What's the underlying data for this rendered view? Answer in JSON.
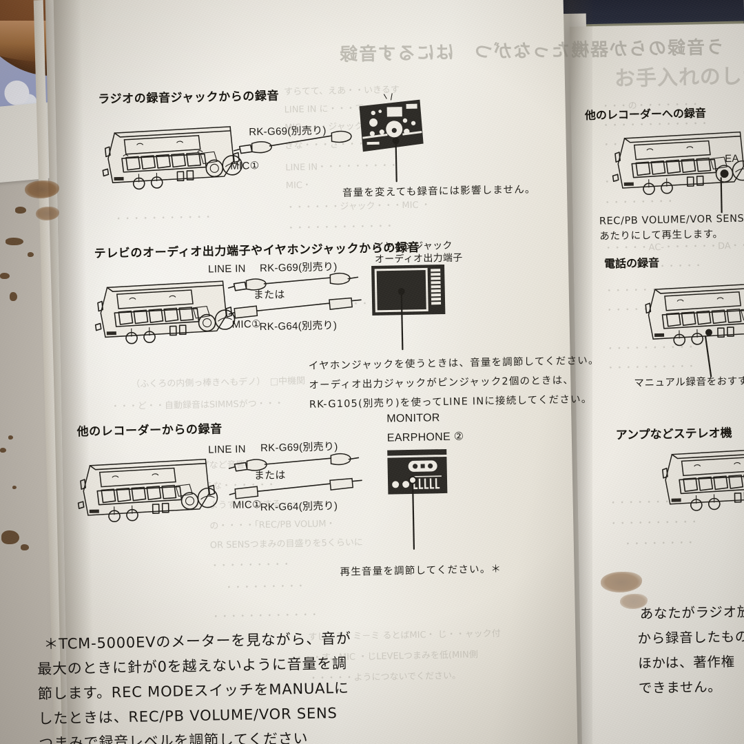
{
  "photo": {
    "subject": "open-japanese-instruction-manual",
    "device_model": "TCM-5000EV"
  },
  "left_page": {
    "bleed_through_header": "う音録のらか器機たっながつ　はにるす音録",
    "sections": [
      {
        "id": "radio",
        "heading": "ラジオの録音ジャックからの録音",
        "cable_label": "RK-G69(別売り)",
        "jack_label": "MIC①",
        "device_name": "radio-receiver",
        "note": "音量を変えても録音には影響しません。"
      },
      {
        "id": "tv",
        "heading": "テレビのオーディオ出力端子やイヤホンジャックからの録音",
        "input_label_top": "LINE IN",
        "cable_label_top": "RK-G69(別売り)",
        "or_label": "または",
        "input_label_bottom": "MIC①",
        "cable_label_bottom": "RK-G64(別売り)",
        "target_label_line1": "イヤホンジャック",
        "target_label_line2": "オーディオ出力端子",
        "device_name": "television",
        "note_lines": [
          "イヤホンジャックを使うときは、音量を調節してください。",
          "オーディオ出力ジャックがピンジャック2個のときは、",
          "RK-G105(別売り)を使ってLINE INに接続してください。"
        ]
      },
      {
        "id": "recorder",
        "heading": "他のレコーダーからの録音",
        "input_label_top": "LINE IN",
        "cable_label_top": "RK-G69(別売り)",
        "or_label": "または",
        "input_label_bottom": "MIC①",
        "cable_label_bottom": "RK-G64(別売り)",
        "target_label_line1": "MONITOR",
        "target_label_line2": "EARPHONE ②",
        "device_name": "other-recorder",
        "note": "再生音量を調節してください。＊"
      }
    ],
    "footnote_lines": [
      "＊TCM-5000EVのメーターを見ながら、音が",
      "最大のときに針が0を越えないように音量を調",
      "節します。REC MODEスイッチをMANUALに",
      "したときは、REC/PB VOLUME/VOR SENS",
      "つまみで録音レベルを調節してください"
    ]
  },
  "right_page": {
    "bleed_through_header": "お手入れのしか",
    "sections": [
      {
        "id": "to-other-recorder",
        "heading": "他のレコーダーへの録音",
        "edge_label": "EA",
        "note_lines": [
          "REC/PB VOLUME/VOR SENSつ",
          "あたりにして再生します。"
        ]
      },
      {
        "id": "telephone",
        "heading": "電話の録音",
        "note": "マニュアル録音をおすす"
      },
      {
        "id": "amp-stereo",
        "heading": "アンプなどステレオ機"
      }
    ],
    "footnote_lines": [
      "あなたがラジオ放",
      "から録音したもの",
      "ほかは、著作権",
      "できません。"
    ]
  },
  "colors": {
    "ink": "#1f1d19",
    "paper": "#efece4",
    "desk": "#c3bdb4",
    "wood": "#7d4a26",
    "blue_card": "#9aa3cb"
  }
}
